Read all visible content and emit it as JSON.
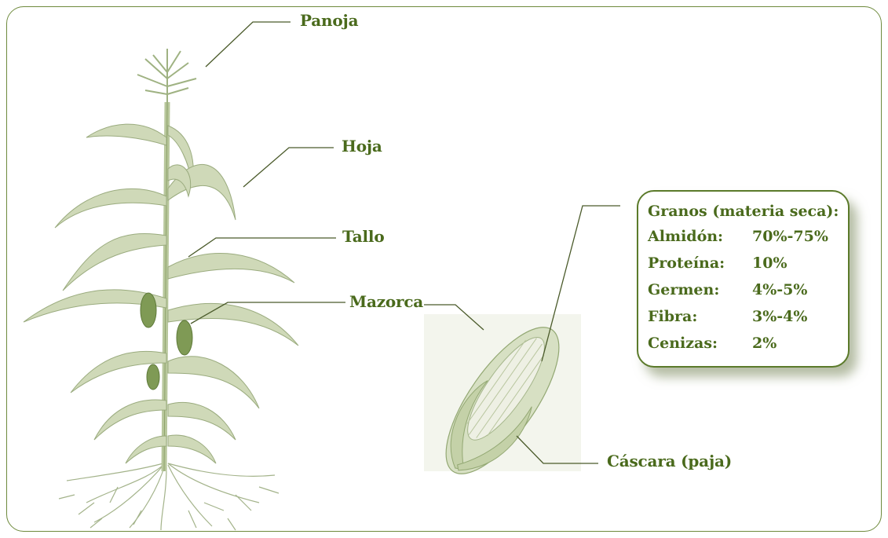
{
  "labels": {
    "panoja": "Panoja",
    "hoja": "Hoja",
    "tallo": "Tallo",
    "mazorca": "Mazorca",
    "cascara": "Cáscara (paja)"
  },
  "info_box": {
    "title": "Granos (materia seca):",
    "rows": [
      {
        "name": "Almidón:",
        "value": "70%-75%"
      },
      {
        "name": "Proteína:",
        "value": "10%"
      },
      {
        "name": "Germen:",
        "value": "4%-5%"
      },
      {
        "name": "Fibra:",
        "value": "3%-4%"
      },
      {
        "name": "Cenizas:",
        "value": "2%"
      }
    ]
  },
  "colors": {
    "label_text": "#4a6a1c",
    "frame": "#6e8a3c",
    "plant": "#a9bb8a",
    "plant_dark": "#7d9a55",
    "leader_line": "#4a5a2a"
  }
}
